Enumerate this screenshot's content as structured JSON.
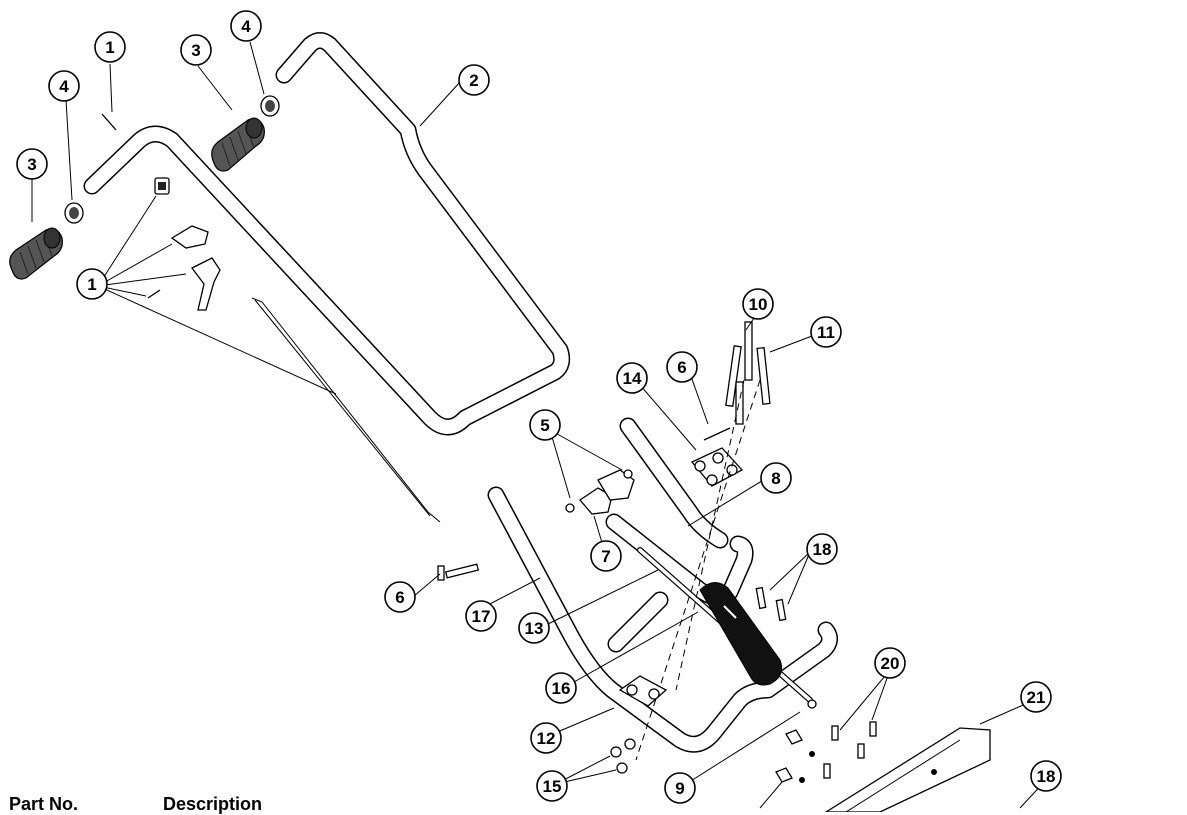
{
  "callout_labels": [
    "1",
    "2",
    "3",
    "4",
    "5",
    "6",
    "7",
    "8",
    "9",
    "10",
    "11",
    "12",
    "13",
    "14",
    "15",
    "16",
    "17",
    "18",
    "20",
    "21"
  ],
  "parts_table": {
    "columns": [
      "Part No.",
      "Description"
    ]
  }
}
